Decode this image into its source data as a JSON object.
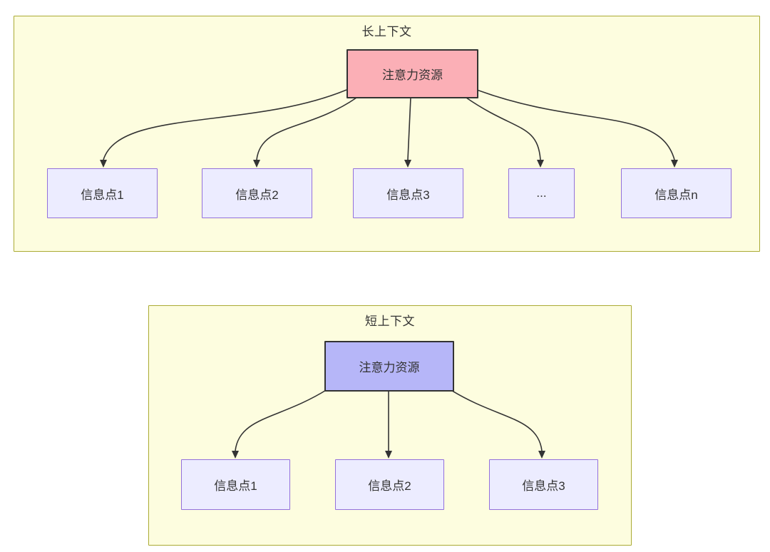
{
  "colors": {
    "container_fill": "#fdfddf",
    "container_border": "#aaaa33",
    "leaf_fill": "#ececff",
    "leaf_border": "#9370db",
    "root_border": "#333333",
    "long_root_fill": "#fbafb6",
    "short_root_fill": "#b6b6f8",
    "edge": "#333333",
    "text": "#333333"
  },
  "long_context": {
    "title": "长上下文",
    "root": {
      "label": "注意力资源",
      "fill": "#fbafb6"
    },
    "nodes": [
      {
        "label": "信息点1"
      },
      {
        "label": "信息点2"
      },
      {
        "label": "信息点3"
      },
      {
        "label": "..."
      },
      {
        "label": "信息点n"
      }
    ]
  },
  "short_context": {
    "title": "短上下文",
    "root": {
      "label": "注意力资源",
      "fill": "#b6b6f8"
    },
    "nodes": [
      {
        "label": "信息点1"
      },
      {
        "label": "信息点2"
      },
      {
        "label": "信息点3"
      }
    ]
  }
}
